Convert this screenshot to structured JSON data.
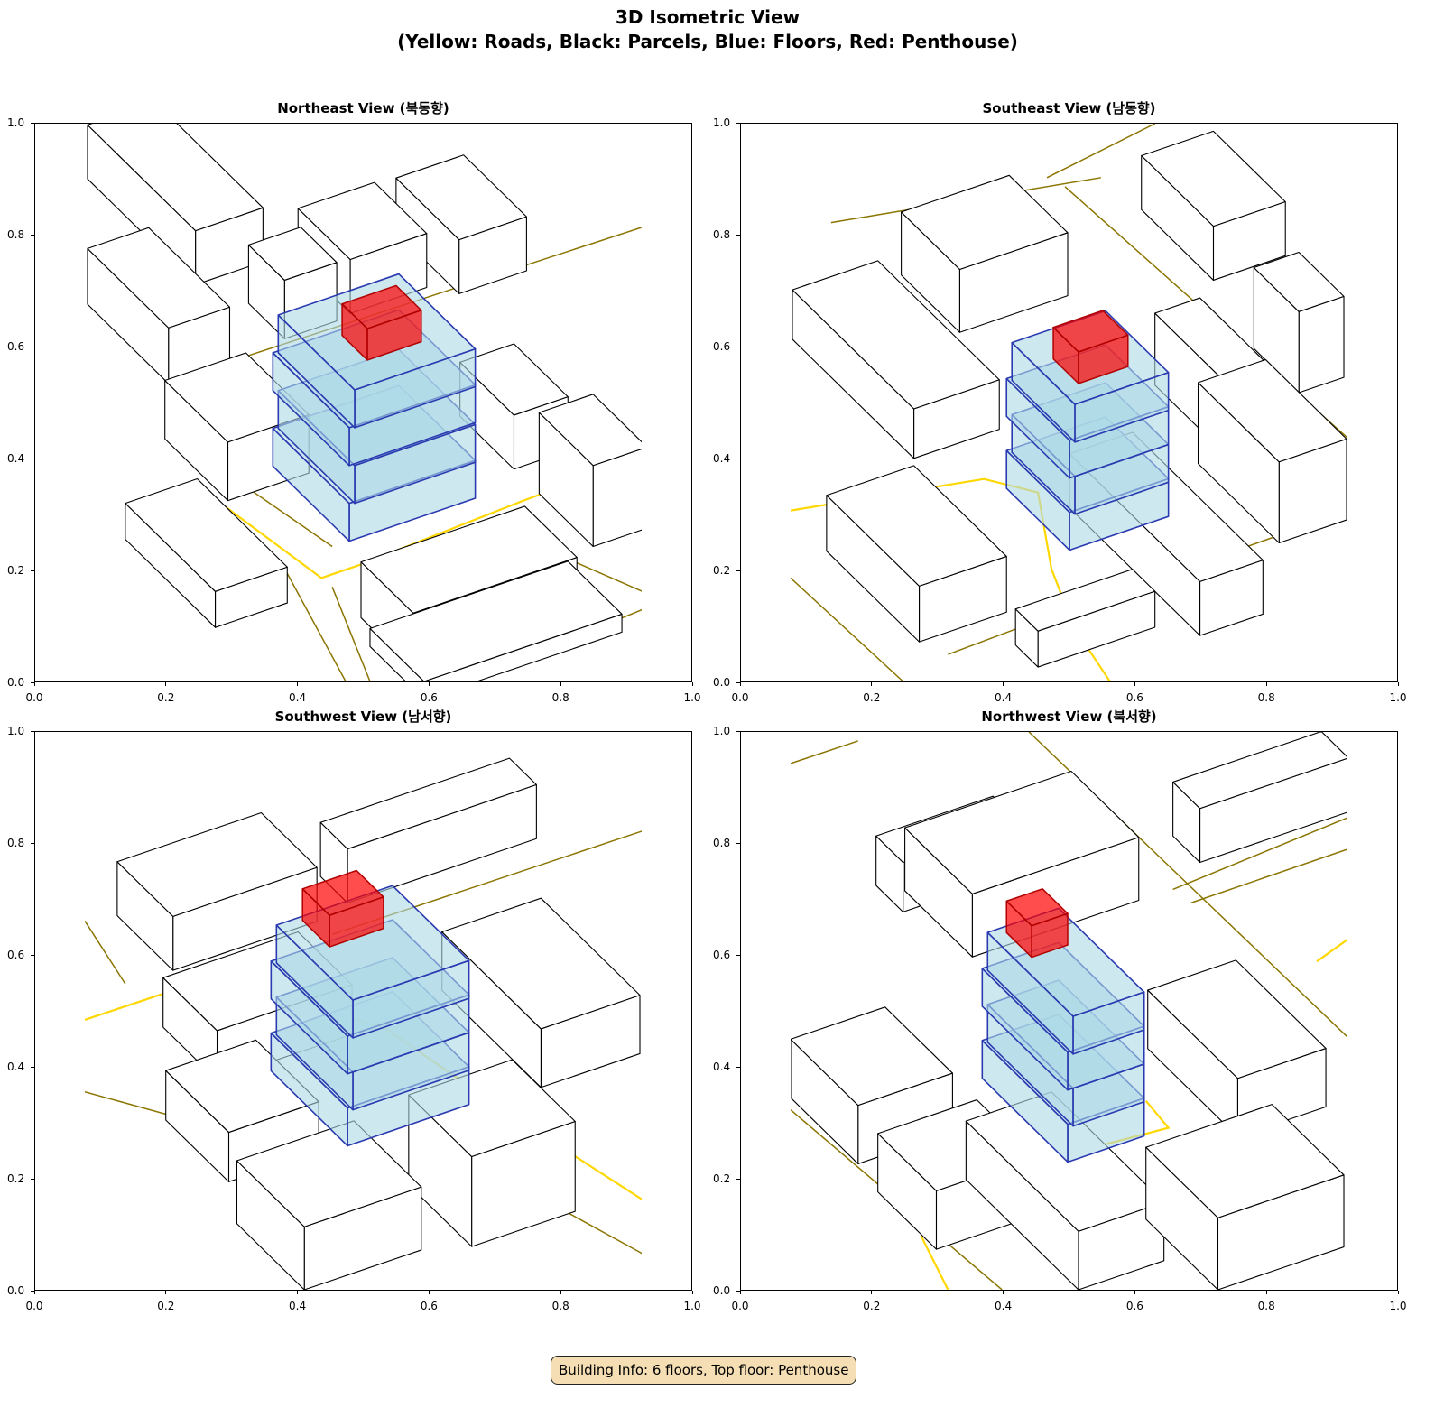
{
  "figure": {
    "title_line1": "3D Isometric View",
    "title_line2": "(Yellow: Roads, Black: Parcels, Blue: Floors, Red: Penthouse)"
  },
  "axes_ticks": [
    "0.0",
    "0.2",
    "0.4",
    "0.6",
    "0.8",
    "1.0"
  ],
  "panels": [
    {
      "title": "Northeast View (북동향)"
    },
    {
      "title": "Southeast View (남동향)"
    },
    {
      "title": "Southwest View (남서향)"
    },
    {
      "title": "Northwest View (북서향)"
    }
  ],
  "info_box": "Building Info: 6 floors, Top floor: Penthouse",
  "colors": {
    "road": "#ffd700",
    "road_edge": "#8b7500",
    "parcel": "#000000",
    "floor_fill": "#add8e6",
    "floor_edge": "#2a3ab0",
    "penthouse": "#ff0000",
    "info_bg": "#f5deb3"
  }
}
